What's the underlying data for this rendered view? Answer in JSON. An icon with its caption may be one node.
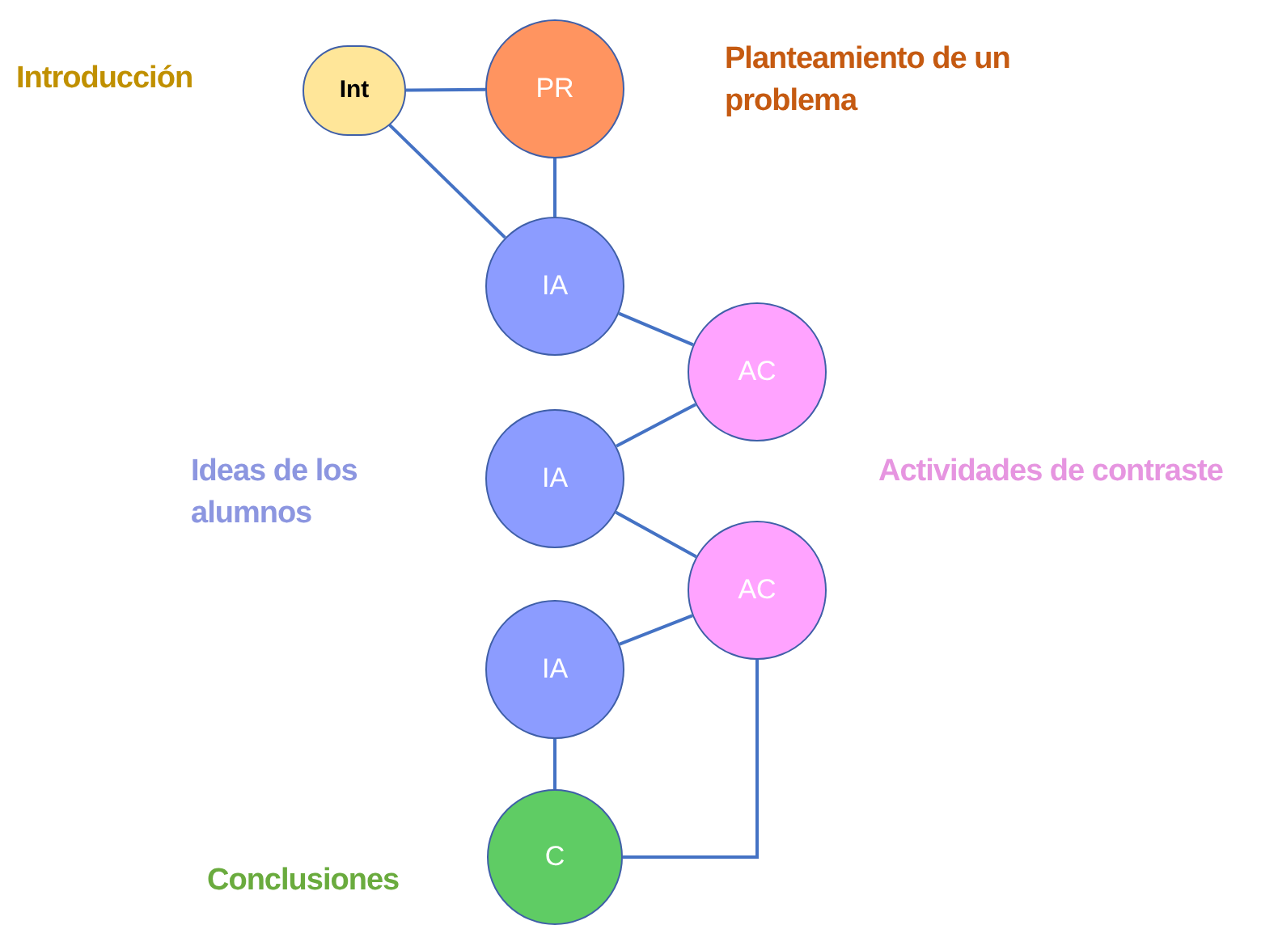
{
  "diagram": {
    "nodes": [
      {
        "text": [
          "Int"
        ]
      },
      {
        "text": [
          "PR"
        ]
      },
      {
        "text": [
          "IA"
        ]
      },
      {
        "text": [
          "AC"
        ]
      },
      {
        "text": [
          "IA"
        ]
      },
      {
        "text": [
          "AC"
        ]
      },
      {
        "text": [
          "IA"
        ]
      },
      {
        "text": [
          "C"
        ]
      }
    ],
    "edges": [
      {
        "from": 0,
        "to": 1,
        "arrow": "none"
      },
      {
        "from": 0,
        "to": 2,
        "arrow": "none"
      },
      {
        "from": 1,
        "to": 2,
        "arrow": "none"
      },
      {
        "from": 2,
        "to": 3,
        "arrow": "none"
      },
      {
        "from": 3,
        "to": 4,
        "arrow": "none"
      },
      {
        "from": 4,
        "to": 5,
        "arrow": "none"
      },
      {
        "from": 5,
        "to": 6,
        "arrow": "none"
      },
      {
        "from": 6,
        "to": 7,
        "arrow": "none"
      },
      {
        "from": 5,
        "to": 7,
        "arrow": "none"
      }
    ],
    "labels": [
      "Introducción",
      "Planteamiento de un problema",
      "Ideas de los alumnos",
      "Actividades de contraste",
      "Conclusiones"
    ]
  }
}
